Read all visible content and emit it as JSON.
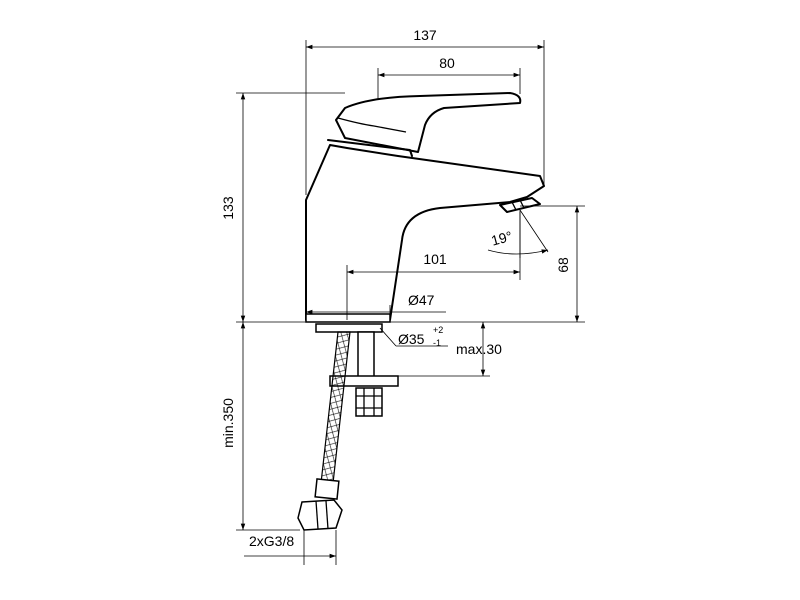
{
  "dimensions": {
    "overall_width": "137",
    "handle_length": "80",
    "overall_height": "133",
    "spout_reach": "101",
    "spout_height": "68",
    "spout_angle": "19°",
    "base_diameter": "Ø47",
    "hole_diameter": "Ø35",
    "hole_tol_plus": "+2",
    "hole_tol_minus": "-1",
    "max_thickness": "max.30",
    "hose_length": "min.350",
    "connection": "2xG3/8"
  },
  "colors": {
    "line": "#000000",
    "background": "#ffffff"
  }
}
